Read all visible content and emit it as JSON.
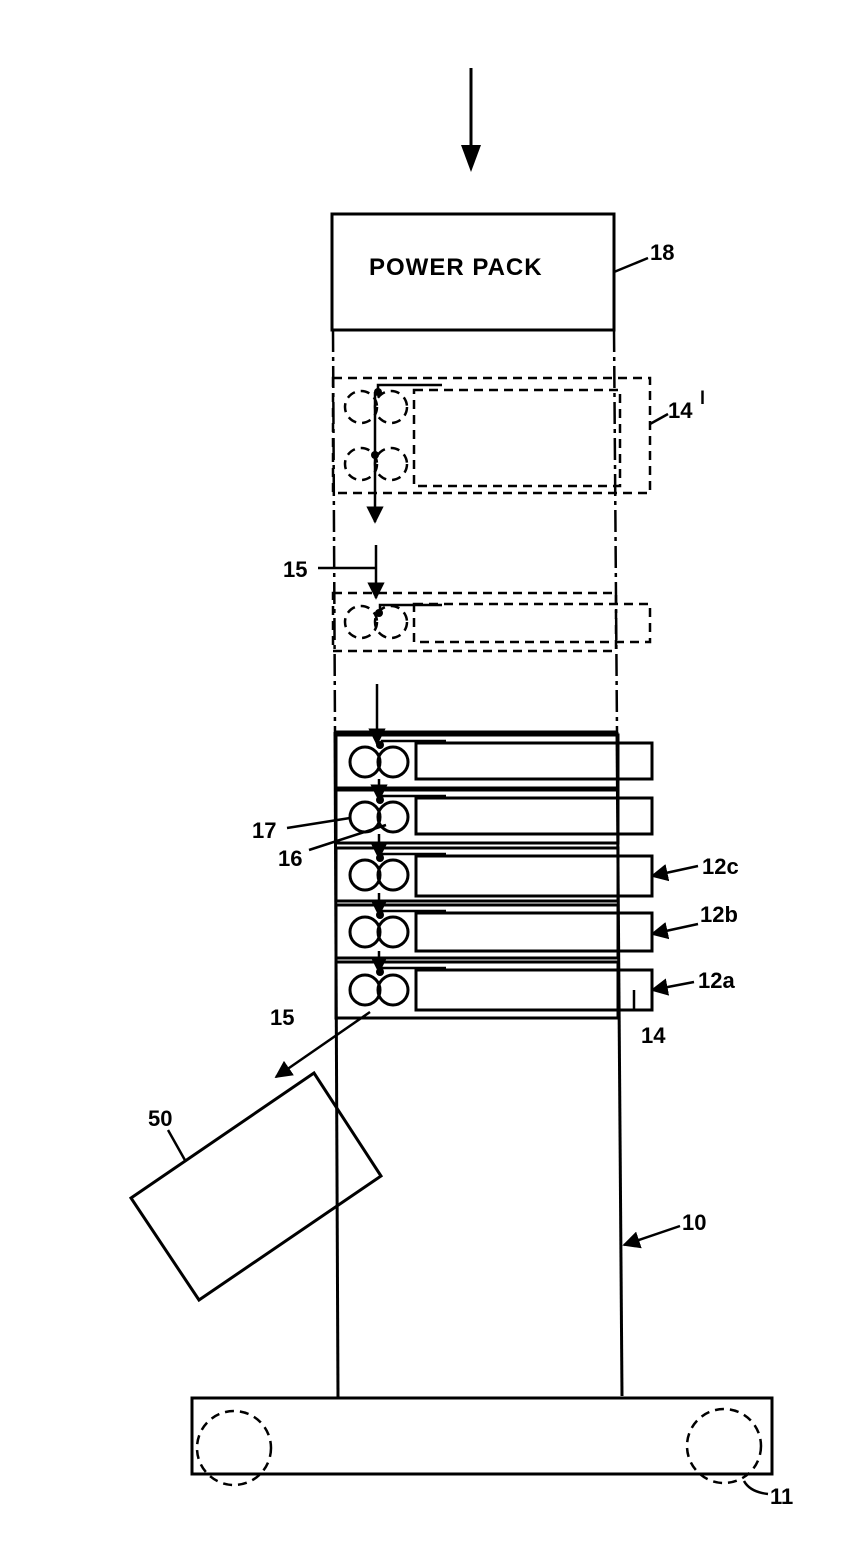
{
  "labels": {
    "power_pack": "POWER PACK",
    "ref_18": "18",
    "ref_14_prime": "14",
    "prime_mark": "l",
    "ref_15_upper": "15",
    "ref_17": "17",
    "ref_16": "16",
    "ref_12c": "12c",
    "ref_12b": "12b",
    "ref_12a": "12a",
    "ref_14": "14",
    "ref_15_lower": "15",
    "ref_50": "50",
    "ref_10": "10",
    "ref_11": "11"
  }
}
